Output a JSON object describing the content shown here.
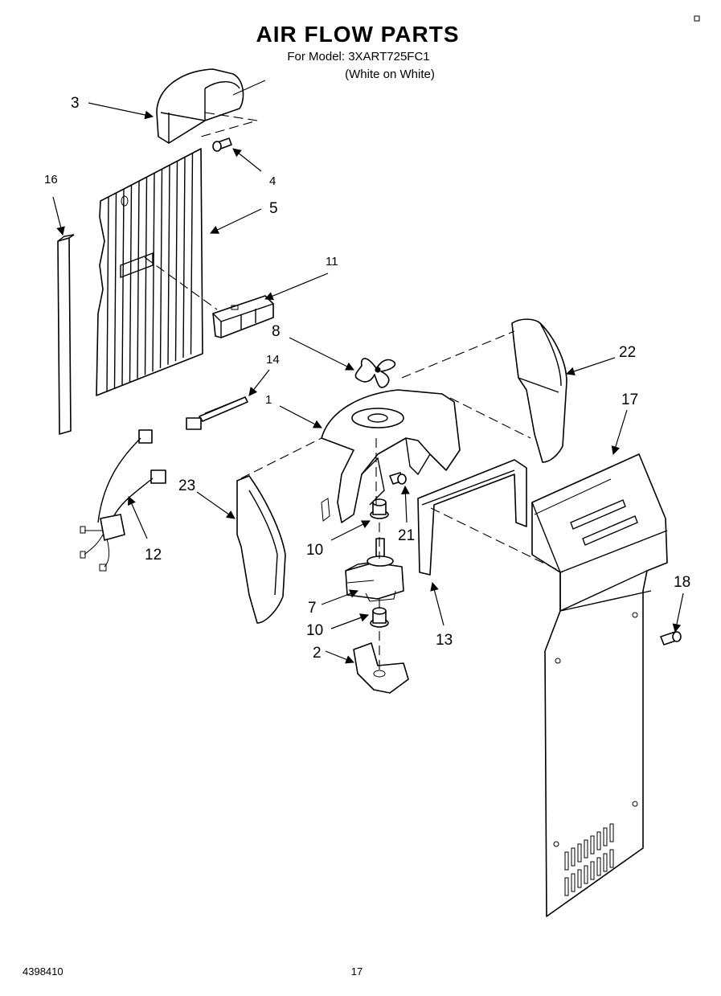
{
  "header": {
    "title": "AIR FLOW PARTS",
    "model_line": "For Model: 3XART725FC1",
    "color_line": "(White on White)"
  },
  "footer": {
    "doc_number": "4398410",
    "page_number": "17"
  },
  "callouts": [
    "1",
    "2",
    "3",
    "4",
    "5",
    "7",
    "8",
    "10",
    "10",
    "11",
    "12",
    "13",
    "14",
    "16",
    "17",
    "18",
    "21",
    "22",
    "23"
  ]
}
